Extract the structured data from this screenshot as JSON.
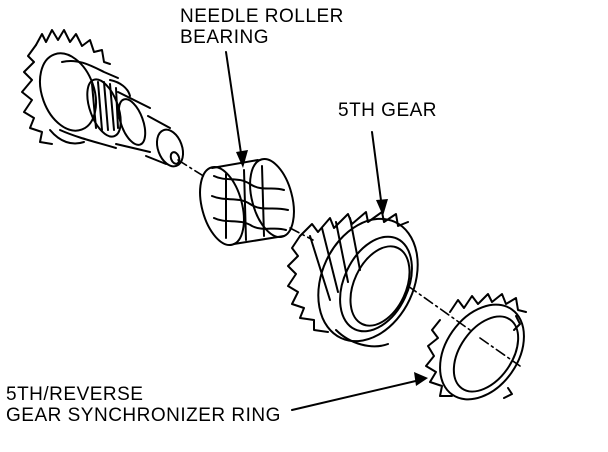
{
  "labels": {
    "needle_bearing": [
      "NEEDLE ROLLER",
      "BEARING"
    ],
    "fifth_gear": "5TH GEAR",
    "synchronizer_ring": [
      "5TH/REVERSE",
      "GEAR SYNCHRONIZER RING"
    ]
  },
  "colors": {
    "ink": "#000000",
    "paper": "#ffffff"
  }
}
